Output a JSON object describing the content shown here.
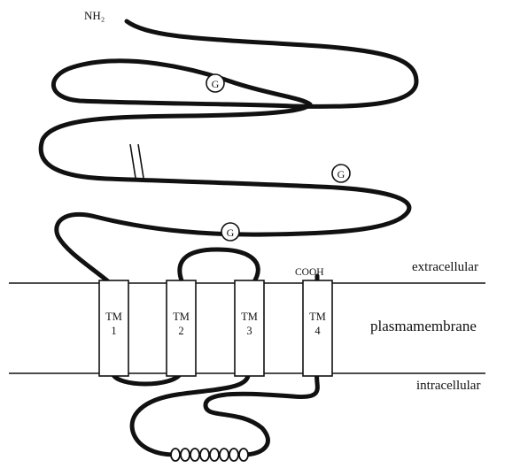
{
  "labels": {
    "n_terminus": "NH₂",
    "c_terminus": "COOH",
    "extracellular": "extracellular",
    "membrane": "plasmamembrane",
    "intracellular": "intracellular"
  },
  "glycosylation_symbol": "G",
  "transmembrane_domains": [
    {
      "line1": "TM",
      "line2": "1"
    },
    {
      "line1": "TM",
      "line2": "2"
    },
    {
      "line1": "TM",
      "line2": "3"
    },
    {
      "line1": "TM",
      "line2": "4"
    }
  ],
  "colors": {
    "ink": "#111111",
    "background": "#ffffff"
  }
}
